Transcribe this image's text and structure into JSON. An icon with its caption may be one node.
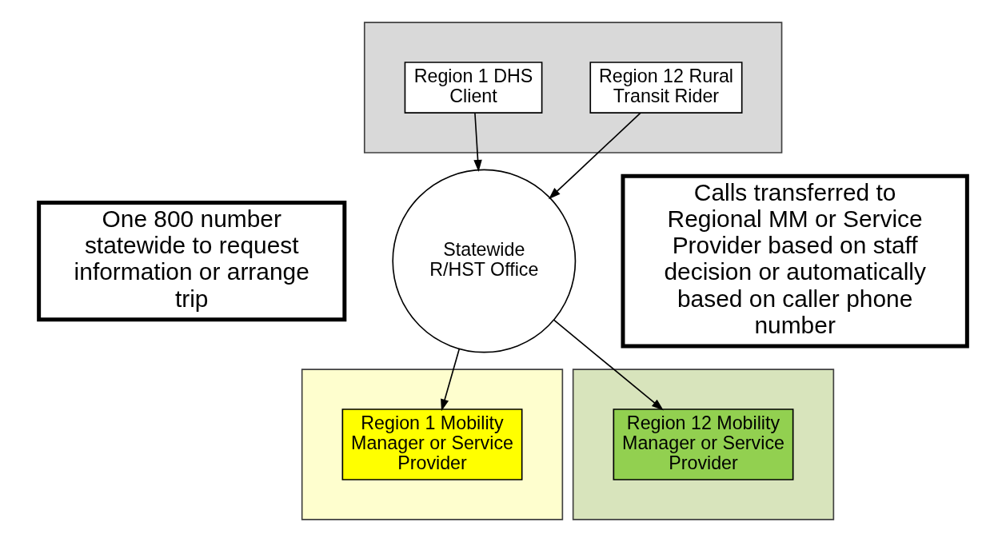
{
  "diagram": {
    "nodes": [
      {
        "text": [
          "One 800 number statewide to request information or arrange trip"
        ]
      },
      {
        "text": [],
        "shape": "box"
      },
      {
        "text": [
          "Region 1 DHS Client"
        ],
        "in": 1
      },
      {
        "text": [
          "Region 12 Rural Transit Rider"
        ],
        "in": 1
      },
      {
        "text": [
          "Statewide R/HST Office"
        ]
      },
      {
        "text": [],
        "shape": "box"
      },
      {
        "text": [
          "Region 1 Mobility Manager or Service Provider"
        ],
        "in": 5
      },
      {
        "text": [],
        "shape": "box"
      },
      {
        "text": [
          "Region 12 Mobility Manager or Service Provider"
        ],
        "in": 7
      },
      {
        "text": [
          "Calls transferred to Regional MM or Service Provider based on staff decision or automatically based on caller phone number"
        ]
      }
    ],
    "edges": [
      {
        "from": 2,
        "to": 4,
        "arrow": "to"
      },
      {
        "from": 3,
        "to": 4,
        "arrow": "to"
      },
      {
        "from": 4,
        "to": 6,
        "arrow": "to"
      },
      {
        "from": 4,
        "to": 8,
        "arrow": "to"
      }
    ]
  }
}
